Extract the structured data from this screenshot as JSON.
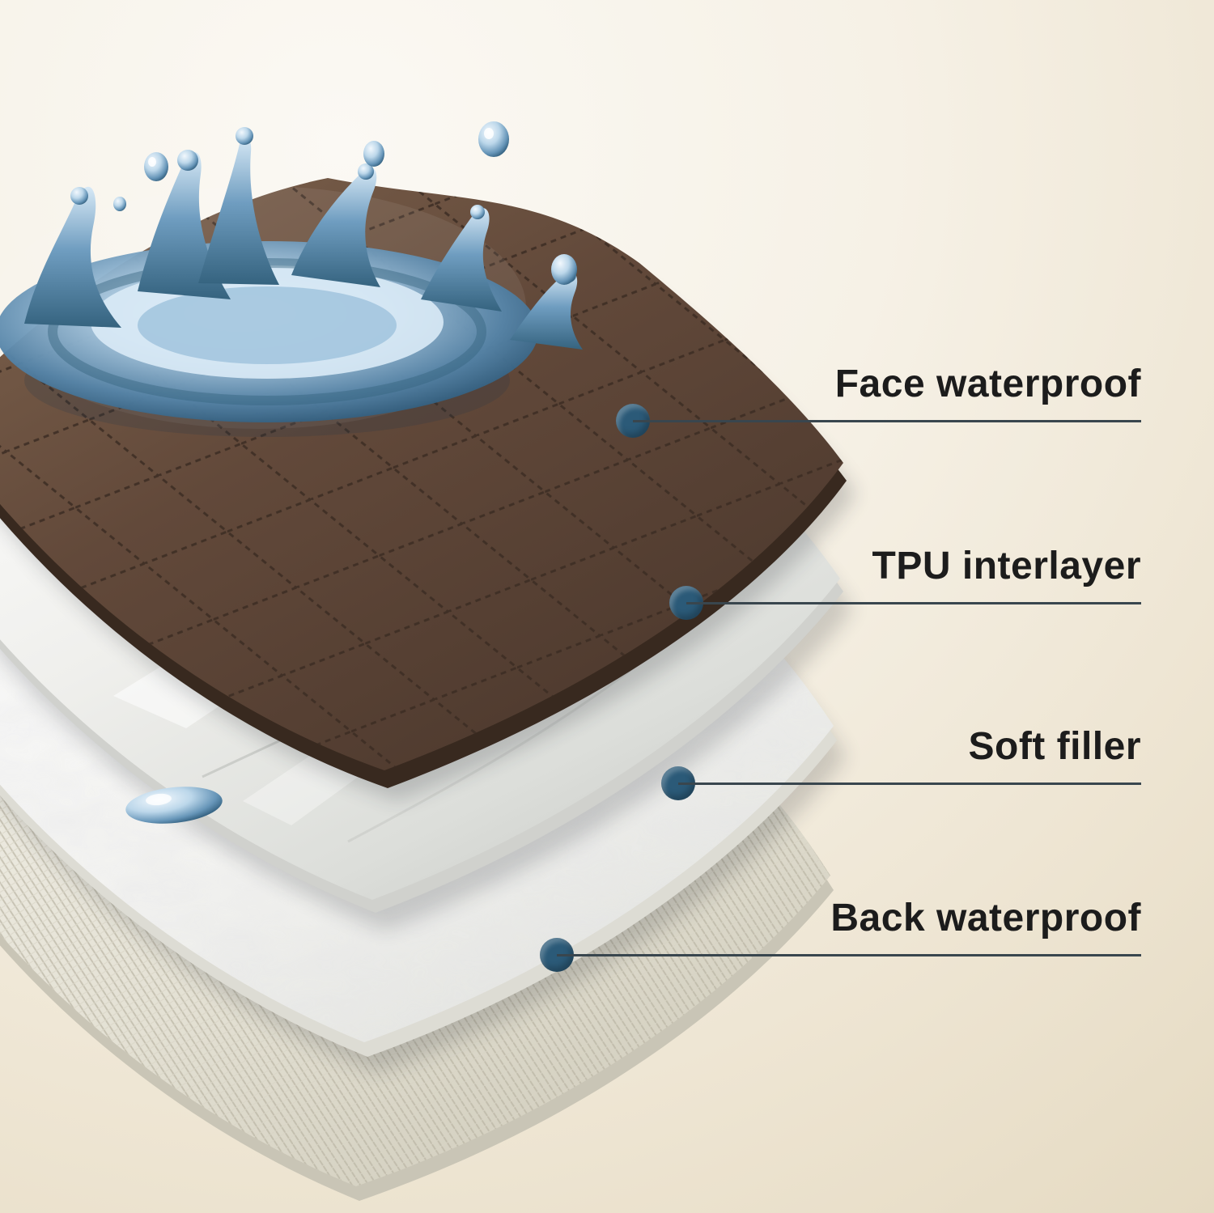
{
  "diagram": {
    "layers": [
      {
        "id": "face-waterproof",
        "label": "Face waterproof"
      },
      {
        "id": "tpu-interlayer",
        "label": "TPU interlayer"
      },
      {
        "id": "soft-filler",
        "label": "Soft filler"
      },
      {
        "id": "back-waterproof",
        "label": "Back waterproof"
      }
    ],
    "artwork": {
      "splash": "water-splash",
      "droplets": "water-droplets"
    },
    "colors": {
      "background": "#f3eee1",
      "face_layer_brown": "#5f4a3c",
      "tpu_layer_white": "#ececea",
      "soft_filler_white": "#f6f6f3",
      "back_layer_beige": "#e5e2d6",
      "water_blue": "#5b88ab",
      "callout_dot": "#2b5a78",
      "callout_line": "#39464e",
      "label_text": "#1c1c1c"
    }
  }
}
